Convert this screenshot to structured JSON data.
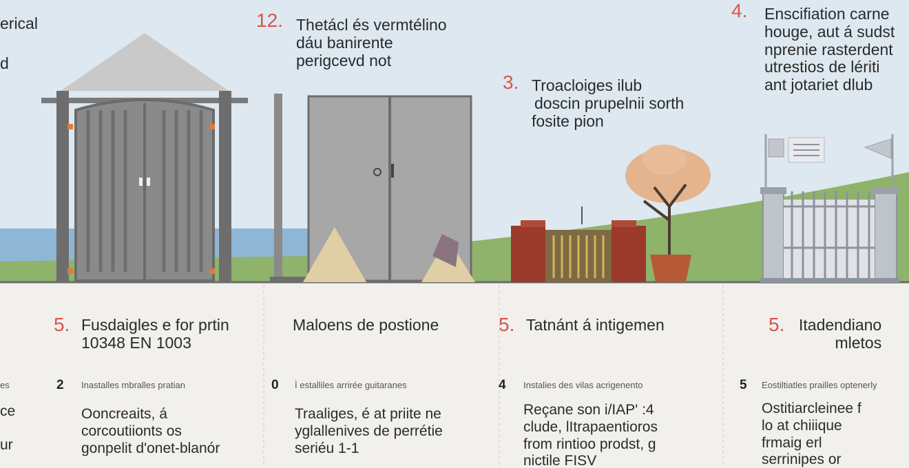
{
  "colors": {
    "sky": "#d9e6ef",
    "ground": "#f2f0ec",
    "grass": "#8fb36a",
    "sea": "#8fb6d4",
    "accent_number": "#d9534f",
    "gate_frame": "#6d6d6d",
    "gate_panel": "#8a8a8a",
    "brick": "#9b3a2b",
    "tree_canopy": "#e3b48e"
  },
  "icons": {
    "shed_gate": "shed-gate-icon",
    "double_door": "double-door-icon",
    "brick_gate": "brick-wall-gate-icon",
    "tree": "tree-icon",
    "metal_fence": "metal-fence-icon"
  },
  "top": {
    "left_fragment": [
      "erical",
      "d"
    ],
    "c2": {
      "num": "12.",
      "lines": [
        "Thetácl és vermtélino",
        "dáu banirente",
        "perigcevd not"
      ]
    },
    "c3": {
      "num": "3.",
      "lines": [
        "Troacloiges ilub",
        "doscin prupelnii sorth",
        "fosite pion"
      ]
    },
    "c4": {
      "num": "4.",
      "lines": [
        "Enscifiation carne",
        "houge, aut á sudst",
        "nprenie rasterdent",
        "utrestios de lériti",
        "ant jotariet dlub"
      ]
    }
  },
  "mid": [
    {
      "num": "5.",
      "lines": [
        "Fusdaigles e for prtin",
        "10348 EN 1003"
      ]
    },
    {
      "num": "",
      "lines": [
        "Maloens de postione"
      ]
    },
    {
      "num": "5.",
      "lines": [
        "Tatnánt á intigemen"
      ]
    },
    {
      "num": "5.",
      "lines": [
        "Itadendiano",
        "mletos"
      ]
    }
  ],
  "bottom": [
    {
      "num": "",
      "sub": "es",
      "lines": [
        "ce",
        "",
        "ur"
      ]
    },
    {
      "num": "2",
      "sub": "Inastalles mbralles pratian",
      "lines": [
        "Ooncreaits, á",
        "corcoutiionts os",
        "gonpelit d'onet-blanór"
      ]
    },
    {
      "num": "0",
      "sub": "Ì estalliles arrirée guitaranes",
      "lines": [
        "Traaliges, é at priite ne",
        "yglallenives de perrétie",
        "seriéu 1-1"
      ]
    },
    {
      "num": "4",
      "sub": "Instalies des vilas acrigenento",
      "lines": [
        "Reçane son i/IAP' :4",
        "clude, lItrapaentioros",
        "from rintioo prodst, g",
        "nictile FISV"
      ]
    },
    {
      "num": "5",
      "sub": "Eostiltiatles prailles optenerly",
      "lines": [
        "Ostitiarcleinee f",
        "lo at chiiique",
        "frmaig erl",
        "serrinipes or"
      ]
    }
  ]
}
